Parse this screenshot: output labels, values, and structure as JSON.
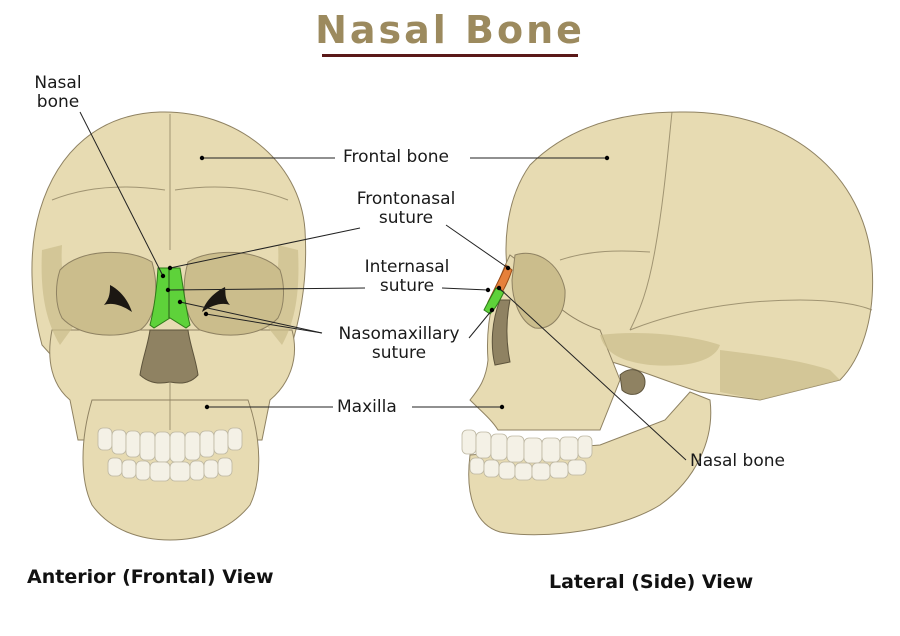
{
  "title": "Nasal Bone",
  "colors": {
    "title": "#9c8a5e",
    "title_rule": "#5a1818",
    "bone": "#e7dbb2",
    "bone_shadow": "#cbbd8c",
    "bone_dark": "#8f8262",
    "highlight_green": "#5ed23a",
    "highlight_orange": "#e6803a",
    "teeth": "#f4f1e6",
    "leader": "#222222"
  },
  "labels": {
    "nasal_bone_left_line1": "Nasal",
    "nasal_bone_left_line2": "bone",
    "frontal_bone": "Frontal bone",
    "frontonasal_line1": "Frontonasal",
    "frontonasal_line2": "suture",
    "internasal_line1": "Internasal",
    "internasal_line2": "suture",
    "nasomaxillary_line1": "Nasomaxillary",
    "nasomaxillary_line2": "suture",
    "maxilla": "Maxilla",
    "nasal_bone_right": "Nasal bone"
  },
  "views": {
    "anterior": "Anterior (Frontal) View",
    "lateral": "Lateral (Side) View"
  }
}
